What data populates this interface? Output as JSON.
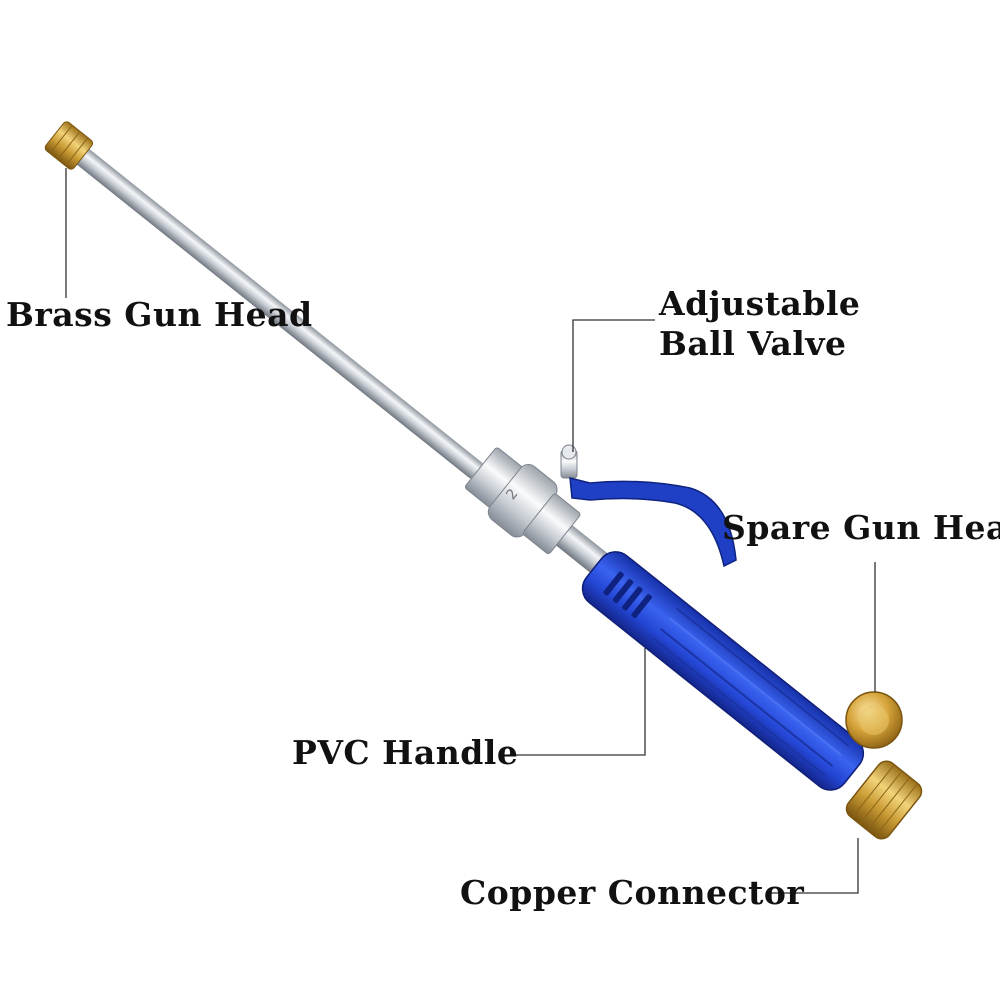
{
  "labels": {
    "brass_gun_head": "Brass Gun Head",
    "ball_valve_line1": "Adjustable",
    "ball_valve_line2": "Ball Valve",
    "spare_gun_head": "Spare Gun Head",
    "pvc_handle": "PVC Handle",
    "copper_connector": "Copper Connector"
  },
  "colors": {
    "background": "#ffffff",
    "text": "#111111",
    "leader": "#333333",
    "handle_blue": "#2a4fd6",
    "brass": "#d4a93c",
    "steel": "#c8ccd2"
  }
}
